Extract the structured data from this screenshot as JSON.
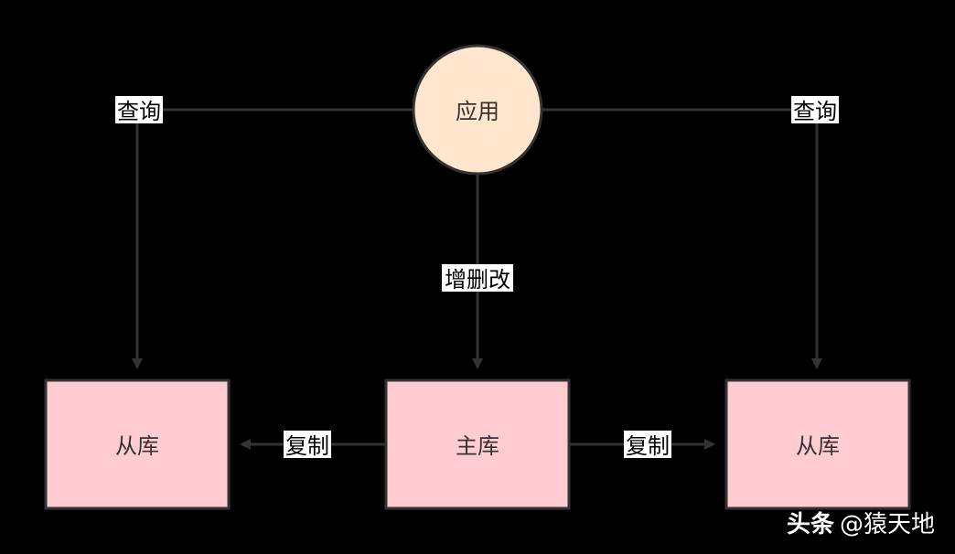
{
  "diagram": {
    "nodes": {
      "app": {
        "label": "应用"
      },
      "master": {
        "label": "主库"
      },
      "slave_left": {
        "label": "从库"
      },
      "slave_right": {
        "label": "从库"
      }
    },
    "edges": {
      "query_left": {
        "label": "查询"
      },
      "query_right": {
        "label": "查询"
      },
      "write": {
        "label": "增删改"
      },
      "replicate_left": {
        "label": "复制"
      },
      "replicate_right": {
        "label": "复制"
      }
    }
  },
  "watermark": {
    "brand": "头条",
    "handle": "@猿天地"
  },
  "colors": {
    "background": "#000000",
    "line": "#333333",
    "app_fill": "#ffe6cc",
    "db_fill": "#ffccd2",
    "label_bg": "#ffffff"
  }
}
